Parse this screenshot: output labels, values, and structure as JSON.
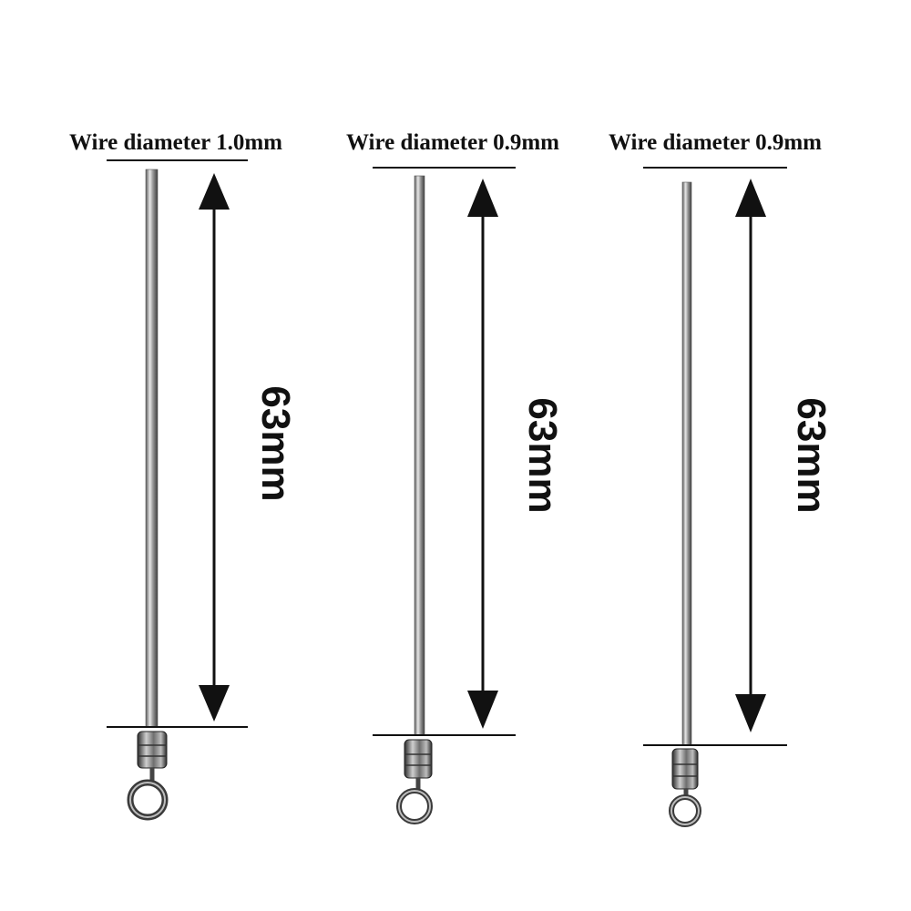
{
  "pins": [
    {
      "diameter_label": "Wire diameter 1.0mm",
      "length_label": "63mm"
    },
    {
      "diameter_label": "Wire diameter 0.9mm",
      "length_label": "63mm"
    },
    {
      "diameter_label": "Wire diameter 0.9mm",
      "length_label": "63mm"
    }
  ],
  "colors": {
    "text": "#111111",
    "wire_mid": "#9a9a9a",
    "wire_dark": "#4a4a4a",
    "swivel_dark": "#2f2f2f",
    "swivel_light": "#d8d8d8"
  }
}
